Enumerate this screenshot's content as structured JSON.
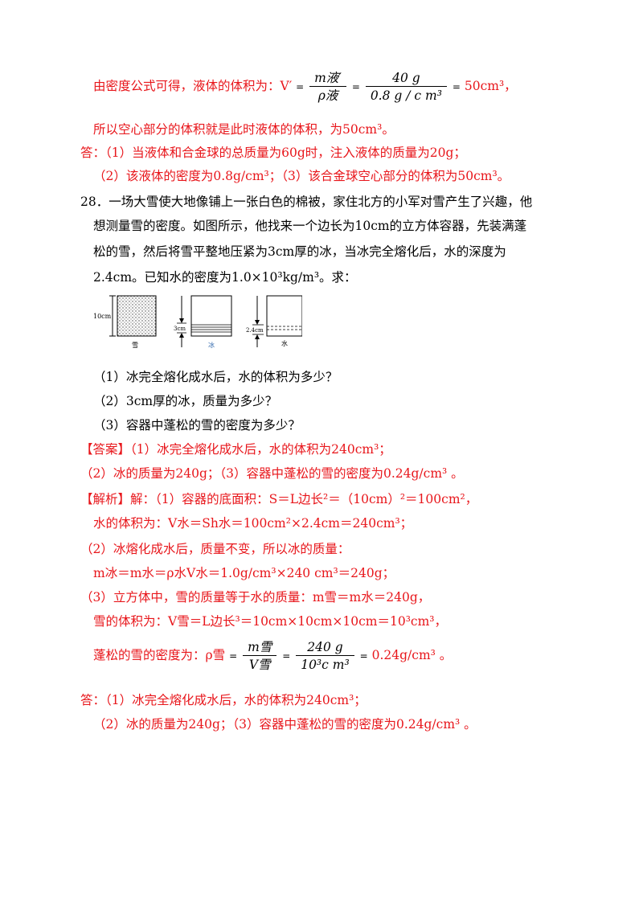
{
  "lines": {
    "l1_pre": "由密度公式可得，液体的体积为：V′",
    "l1_eq": "=",
    "l1_f1_num": "m液′",
    "l1_f1_den": "ρ液",
    "l1_f2_num": "40 g",
    "l1_f2_den": "0.8 g / c m³",
    "l1_post": "50cm³，",
    "l2": "所以空心部分的体积就是此时液体的体积，为50cm³。",
    "l3": "答：（1）当液体和合金球的总质量为60g时，注入液体的质量为20g；",
    "l4": "（2）该液体的密度为0.8g/cm³；（3）该合金球空心部分的体积为50cm³。",
    "q28_1": "28．一场大雪使大地像铺上一张白色的棉被，家住北方的小军对雪产生了兴趣，他",
    "q28_2": "想测量雪的密度。如图所示，他找来一个边长为10cm的立方体容器，先装满蓬",
    "q28_3": "松的雪，然后将雪平整地压紧为3cm厚的冰，当冰完全熔化后，水的深度为",
    "q28_4": "2.4cm。已知水的密度为1.0×10³kg/m³。求：",
    "sub1": "（1）冰完全熔化成水后，水的体积为多少？",
    "sub2": "（2）3cm厚的冰，质量为多少？",
    "sub3": "（3）容器中蓬松的雪的密度为多少？",
    "ans1": "【答案】（1）冰完全熔化成水后，水的体积为240cm³；",
    "ans2": "（2）冰的质量为240g；（3）容器中蓬松的雪的密度为0.24g/cm³ 。",
    "ex1": "【解析】解：（1）容器的底面积：S＝L边长²＝（10cm）²＝100cm²，",
    "ex2": "水的体积为：V水＝Sh水＝100cm²×2.4cm＝240cm³；",
    "ex3": "（2）冰熔化成水后，质量不变，所以冰的质量：",
    "ex4": "m冰＝m水＝ρ水V水＝1.0g/cm³×240 cm³＝240g；",
    "ex5": "（3）立方体中，雪的质量等于水的质量：m雪＝m水＝240g，",
    "ex6": "雪的体积为：V雪＝L边长³＝10cm×10cm×10cm＝10³cm³，",
    "ex7_pre": "蓬松的雪的密度为：ρ雪",
    "ex7_f1_num": "m雪",
    "ex7_f1_den": "V雪",
    "ex7_f2_num": "240 g",
    "ex7_f2_den": "10³c m³",
    "ex7_post": "0.24g/cm³ 。",
    "fa1": "答：（1）冰完全熔化成水后，水的体积为240cm³；",
    "fa2": "（2）冰的质量为240g；（3）容器中蓬松的雪的密度为0.24g/cm³ 。"
  },
  "figure": {
    "label_10cm": "10cm",
    "label_3cm": "3cm",
    "label_24cm": "2.4cm",
    "caption_snow": "雪",
    "caption_ice": "冰",
    "caption_water": "水"
  },
  "colors": {
    "answer_red": "#e8161b",
    "text_black": "#000000"
  }
}
